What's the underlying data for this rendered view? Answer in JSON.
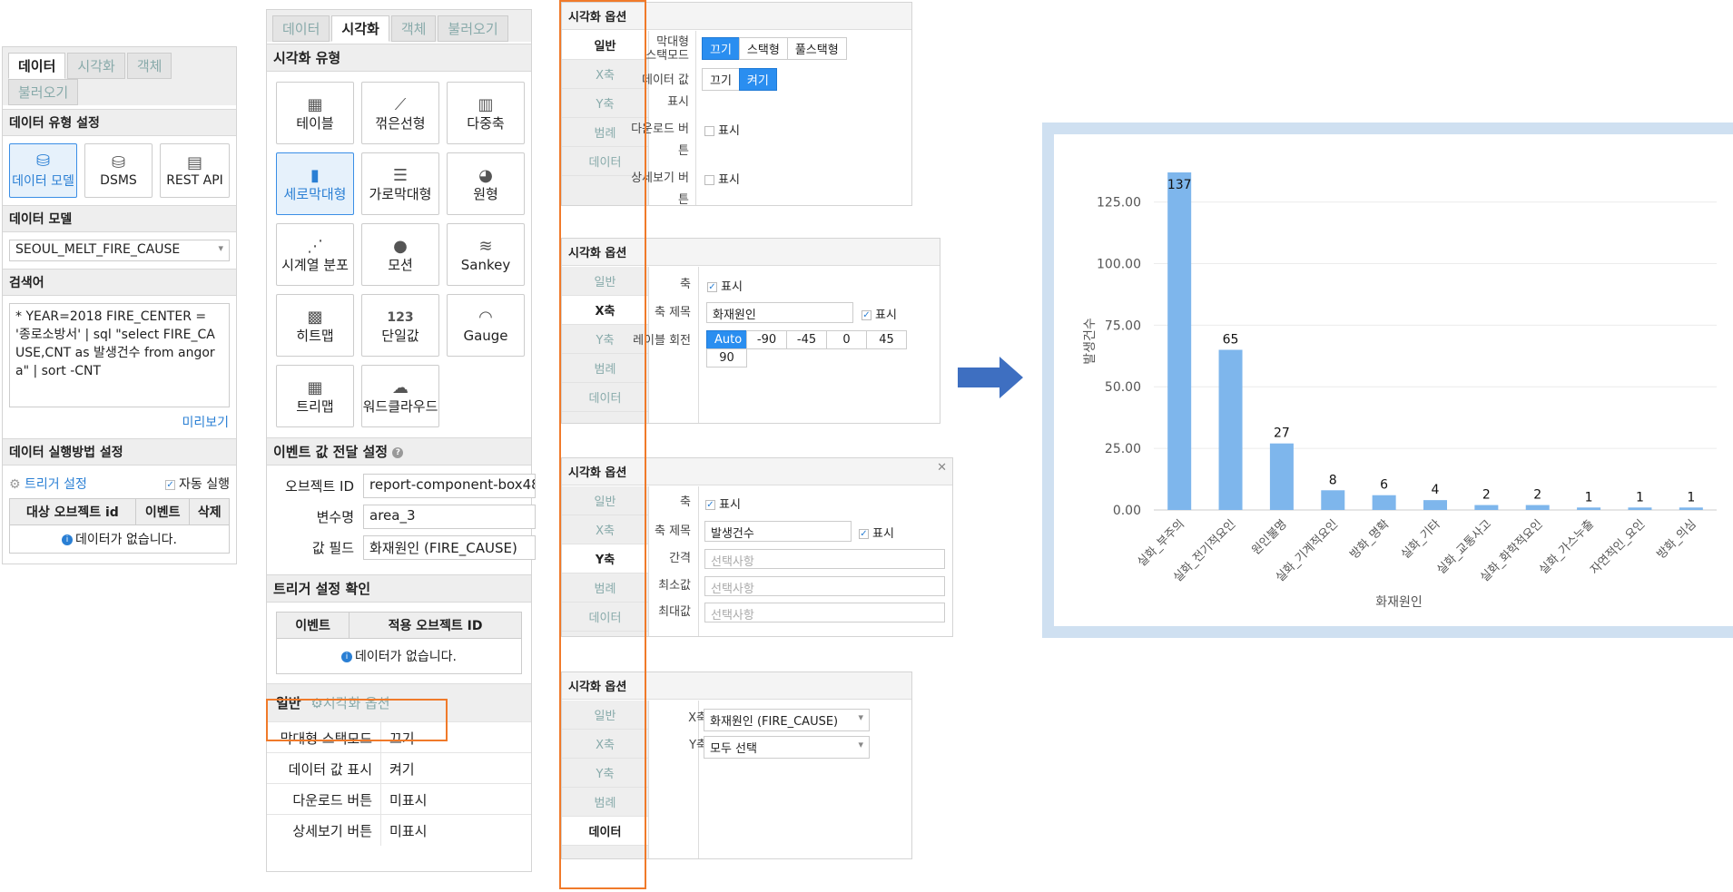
{
  "p1": {
    "tabs": [
      "데이터",
      "시각화",
      "객체",
      "불러오기"
    ],
    "sec_type": "데이터 유형 설정",
    "types": [
      {
        "label": "데이터 모델",
        "icon": "database-icon"
      },
      {
        "label": "DSMS",
        "icon": "stream-icon"
      },
      {
        "label": "REST API",
        "icon": "api-icon"
      }
    ],
    "sec_model": "데이터 모델",
    "model_value": "SEOUL_MELT_FIRE_CAUSE",
    "sec_search": "검색어",
    "query": "* YEAR=2018  FIRE_CENTER = '종로소방서' | sql \"select FIRE_CAUSE,CNT as 발생건수 from angora\"  | sort -CNT",
    "preview": "미리보기",
    "sec_exec": "데이터 실행방법 설정",
    "trigger": "트리거 설정",
    "auto_run": "자동 실행",
    "table_headers": [
      "대상 오브젝트 id",
      "이벤트",
      "삭제"
    ],
    "empty": "데이터가 없습니다."
  },
  "p2": {
    "tabs": [
      "데이터",
      "시각화",
      "객체",
      "불러오기"
    ],
    "sec_type": "시각화 유형",
    "types": [
      {
        "label": "테이블",
        "icon": "table-icon"
      },
      {
        "label": "꺾은선형",
        "icon": "line-chart-icon"
      },
      {
        "label": "다중축",
        "icon": "multi-axis-icon"
      },
      {
        "label": "세로막대형",
        "icon": "bar-chart-icon"
      },
      {
        "label": "가로막대형",
        "icon": "hbar-chart-icon"
      },
      {
        "label": "원형",
        "icon": "pie-chart-icon"
      },
      {
        "label": "시계열 분포",
        "icon": "scatter-icon"
      },
      {
        "label": "모션",
        "icon": "motion-icon"
      },
      {
        "label": "Sankey",
        "icon": "sankey-icon"
      },
      {
        "label": "히트맵",
        "icon": "heatmap-icon"
      },
      {
        "label": "단일값",
        "icon": "single-value-icon"
      },
      {
        "label": "Gauge",
        "icon": "gauge-icon"
      },
      {
        "label": "트리맵",
        "icon": "treemap-icon"
      },
      {
        "label": "워드클라우드",
        "icon": "wordcloud-icon"
      }
    ],
    "event_sec": "이벤트 값 전달 설정",
    "object_id_label": "오브젝트 ID",
    "object_id": "report-component-box48",
    "var_label": "변수명",
    "var_value": "area_3",
    "field_label": "값 필드",
    "field_value": "화재원인 (FIRE_CAUSE)",
    "trigger_sec": "트리거 설정 확인",
    "trigger_headers": [
      "이벤트",
      "적용 오브젝트 ID"
    ],
    "empty": "데이터가 없습니다.",
    "general": "일반",
    "vis_option": "시각화 옵션",
    "summary": [
      {
        "k": "막대형 스택모드",
        "v": "끄기"
      },
      {
        "k": "데이터 값 표시",
        "v": "켜기"
      },
      {
        "k": "다운로드 버튼",
        "v": "미표시"
      },
      {
        "k": "상세보기 버튼",
        "v": "미표시"
      }
    ]
  },
  "vo_title": "시각화 옵션",
  "vo_tabs": [
    "일반",
    "X축",
    "Y축",
    "범례",
    "데이터"
  ],
  "vo1": {
    "stack_label": "막대형\n스택모드",
    "stack_opts": [
      "끄기",
      "스택형",
      "풀스택형"
    ],
    "value_label": "데이터 값\n표시",
    "value_opts": [
      "끄기",
      "켜기"
    ],
    "download_label": "다운로드 버\n튼",
    "detail_label": "상세보기 버\n튼",
    "show": "표시"
  },
  "vo2": {
    "axis_label": "축",
    "show": "표시",
    "title_label": "축 제목",
    "title_value": "화재원인",
    "rotate_label": "레이블 회전",
    "rotate_opts": [
      "Auto",
      "-90",
      "-45",
      "0",
      "45",
      "90"
    ]
  },
  "vo3": {
    "axis_label": "축",
    "show": "표시",
    "title_label": "축 제목",
    "title_value": "발생건수",
    "interval_label": "간격",
    "min_label": "최소값",
    "max_label": "최대값",
    "placeholder": "선택사항"
  },
  "vo4": {
    "x_label": "X축",
    "x_value": "화재원인 (FIRE_CAUSE)",
    "y_label": "Y축",
    "y_value": "모두 선택"
  },
  "colors": {
    "accent": "#2a8ef0",
    "highlight": "#f07a2a",
    "bar": "#7eb6ec",
    "arrow": "#3e6fc1",
    "frame": "#cfe0f1"
  },
  "chart_data": {
    "type": "bar",
    "categories": [
      "실화_부주의",
      "실화_전기적요인",
      "원인불명",
      "실화_기계적요인",
      "방화_명확",
      "실화_기타",
      "실화_교통사고",
      "실화_화학적요인",
      "실화_가스누출",
      "자연적인_요인",
      "방화_의심"
    ],
    "values": [
      137,
      65,
      27,
      8,
      6,
      4,
      2,
      2,
      1,
      1,
      1
    ],
    "xlabel": "화재원인",
    "ylabel": "발생건수",
    "yticks": [
      "0.00",
      "25.00",
      "50.00",
      "75.00",
      "100.00",
      "125.00"
    ],
    "ylim": [
      0,
      137
    ]
  }
}
